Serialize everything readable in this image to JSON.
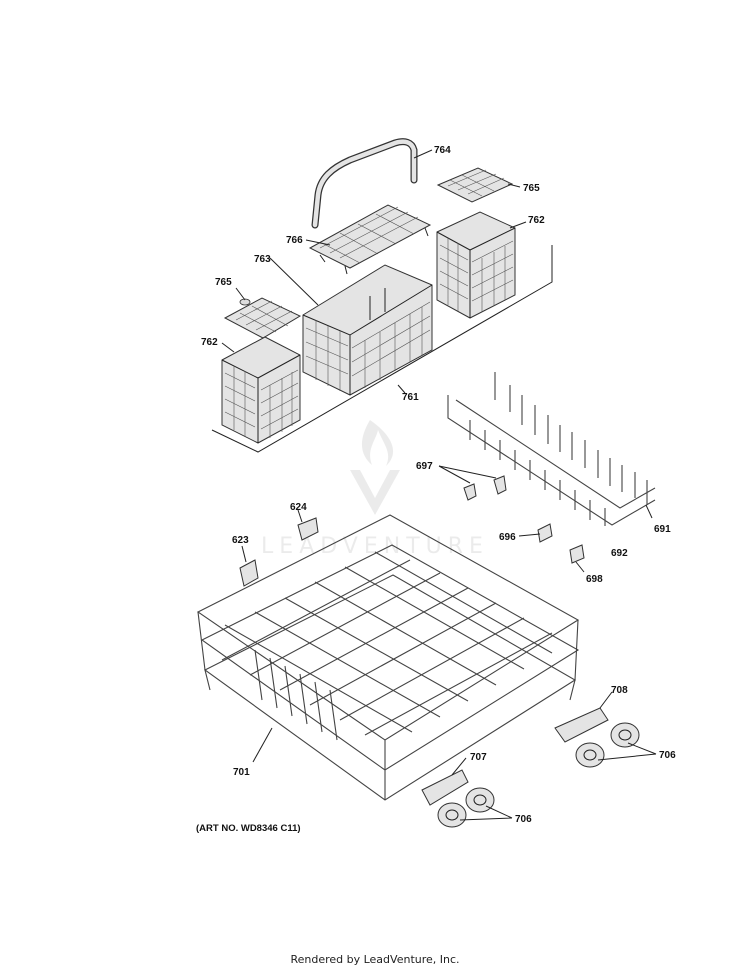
{
  "diagram": {
    "callouts": [
      {
        "id": "c764",
        "label": "764"
      },
      {
        "id": "c765a",
        "label": "765"
      },
      {
        "id": "c762a",
        "label": "762"
      },
      {
        "id": "c766",
        "label": "766"
      },
      {
        "id": "c763",
        "label": "763"
      },
      {
        "id": "c765b",
        "label": "765"
      },
      {
        "id": "c762b",
        "label": "762"
      },
      {
        "id": "c761",
        "label": "761"
      },
      {
        "id": "c697",
        "label": "697"
      },
      {
        "id": "c691",
        "label": "691"
      },
      {
        "id": "c624",
        "label": "624"
      },
      {
        "id": "c623",
        "label": "623"
      },
      {
        "id": "c696",
        "label": "696"
      },
      {
        "id": "c692",
        "label": "692"
      },
      {
        "id": "c698",
        "label": "698"
      },
      {
        "id": "c708",
        "label": "708"
      },
      {
        "id": "c707",
        "label": "707"
      },
      {
        "id": "c706a",
        "label": "706"
      },
      {
        "id": "c701",
        "label": "701"
      },
      {
        "id": "c706b",
        "label": "706"
      }
    ],
    "art_number": "(ART NO. WD8346 C11)",
    "watermark": "LEADVENTURE"
  },
  "footer": {
    "text": "Rendered by LeadVenture, Inc."
  }
}
